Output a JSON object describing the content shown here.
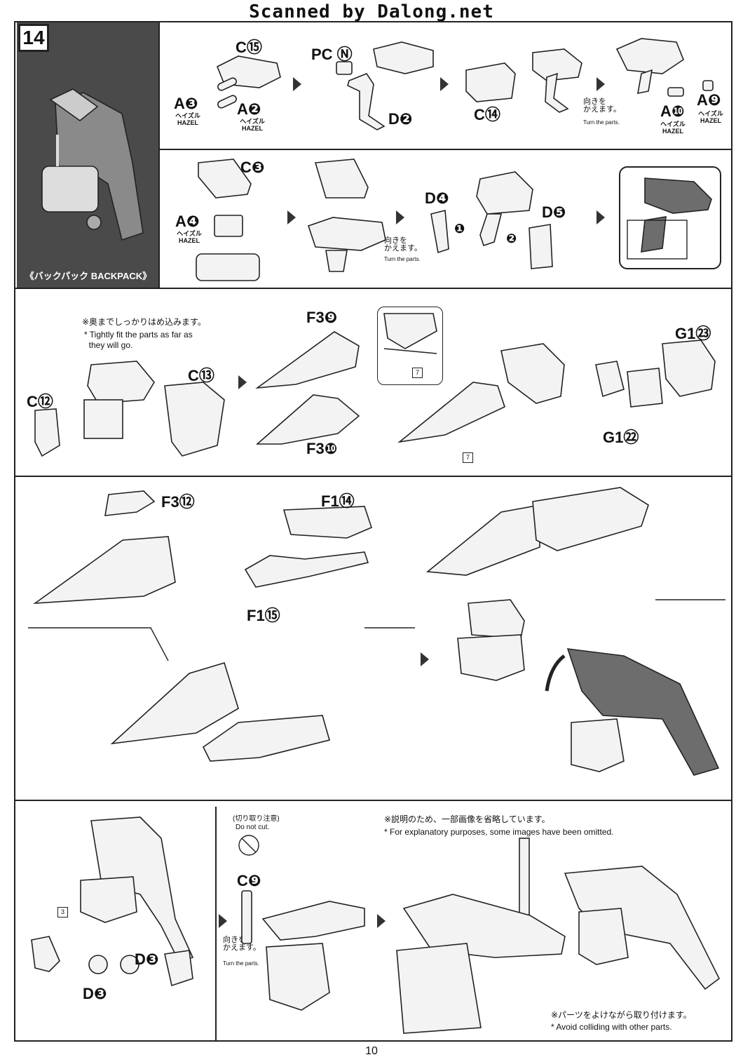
{
  "header": {
    "watermark": "Scanned by Dalong.net",
    "step_number": "14"
  },
  "section": {
    "title": "《バックパック BACKPACK》"
  },
  "labels": {
    "c15": "C⑮",
    "pcN": "PC Ⓝ",
    "a3": "A❸",
    "a2": "A❷",
    "d2": "D❷",
    "c14": "C⑭",
    "a10": "A❿",
    "a9": "A❾",
    "c3": "C❸",
    "a4": "A❹",
    "d4": "D❹",
    "d5": "D❺",
    "c12": "C⑫",
    "c13": "C⑬",
    "f3_9": "F3❾",
    "f3_10": "F3❿",
    "g1_23": "G1㉓",
    "g1_22": "G1㉒",
    "f3_12": "F3⑫",
    "f1_14": "F1⑭",
    "f1_15": "F1⑮",
    "c9": "C❾",
    "d3a": "D❸",
    "d3b": "D❸"
  },
  "hazel": {
    "jp": "ヘイズル",
    "en": "HAZEL"
  },
  "turn": {
    "jp": "向きを\nかえます。",
    "en": "Turn the parts."
  },
  "notes": {
    "fit_jp": "※奥までしっかりはめ込みます。",
    "fit_en": "* Tightly fit the parts as far as\n  they will go.",
    "nocut_jp": "(切り取り注意)",
    "nocut_en": "Do not cut.",
    "omit_jp": "※説明のため、一部画像を省略しています。",
    "omit_en": "* For explanatory purposes, some images have been omitted.",
    "avoid_jp": "※パーツをよけながら取り付けます。",
    "avoid_en": "* Avoid colliding with other parts."
  },
  "callouts": {
    "c7a": "7",
    "c7b": "7",
    "c3": "3"
  },
  "order": {
    "one": "❶",
    "two": "❷"
  },
  "page_number": "10"
}
